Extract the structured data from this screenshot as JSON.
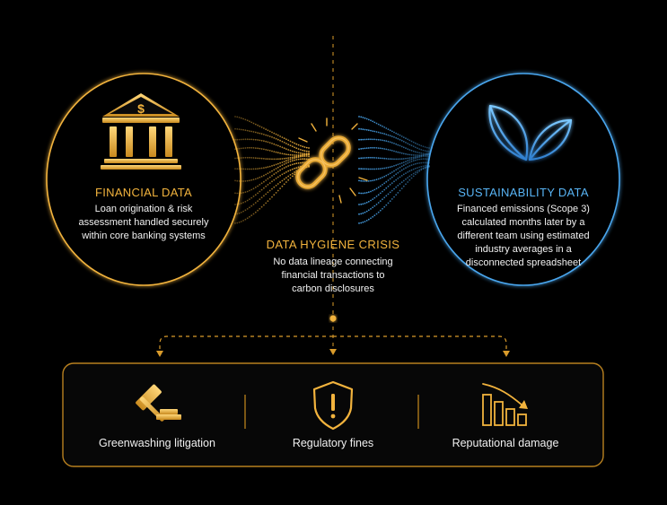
{
  "colors": {
    "gold": "#f2b33d",
    "blue": "#4aa6ee",
    "background": "#000000"
  },
  "financial": {
    "icon": "bank-icon",
    "title": "FINANCIAL DATA",
    "body": "Loan origination & risk assessment handled securely within core banking systems"
  },
  "sustainability": {
    "icon": "leaf-icon",
    "title": "SUSTAINABILITY DATA",
    "body": "Financed emissions (Scope 3) calculated months later by a different team using estimated industry averages in a disconnected spreadsheet"
  },
  "crisis": {
    "icon": "broken-chain-icon",
    "title": "DATA HYGIENE CRISIS",
    "body": "No data lineage connecting financial transactions to carbon disclosures"
  },
  "impacts": [
    {
      "icon": "gavel-icon",
      "label": "Greenwashing litigation"
    },
    {
      "icon": "warning-shield-icon",
      "label": "Regulatory fines"
    },
    {
      "icon": "declining-chart-icon",
      "label": "Reputational damage"
    }
  ]
}
